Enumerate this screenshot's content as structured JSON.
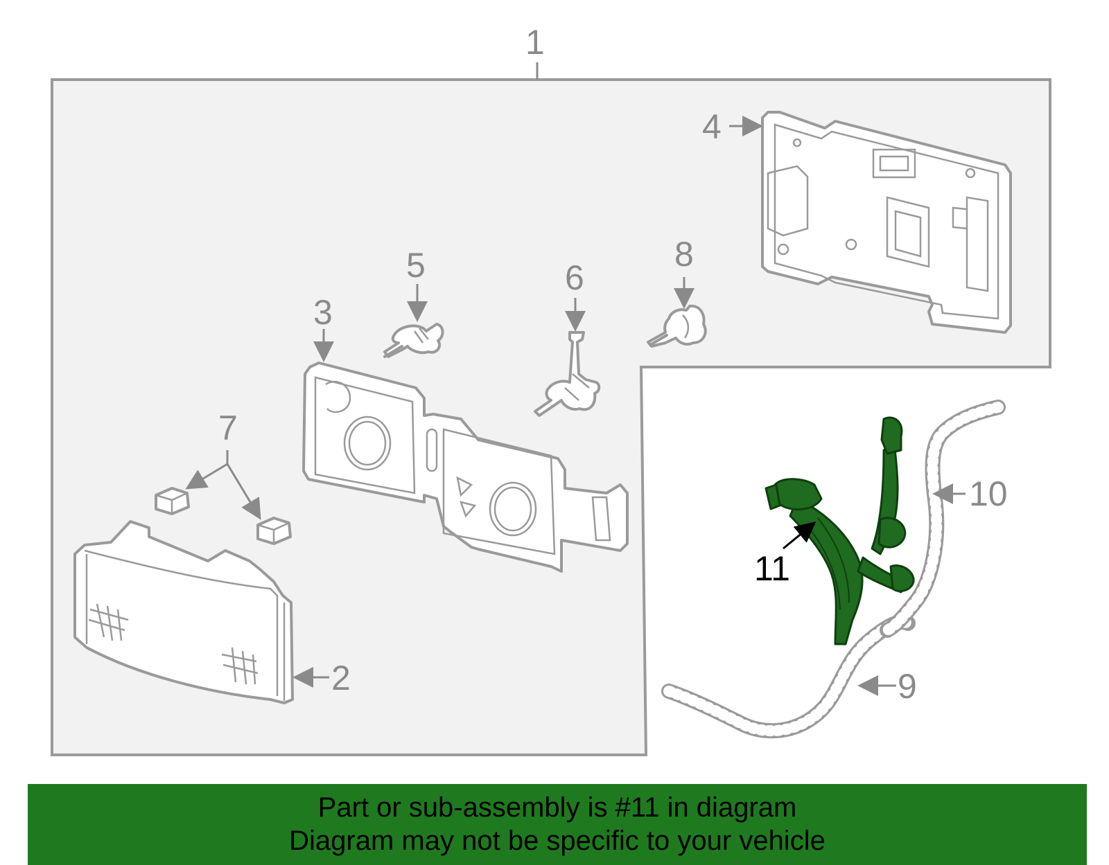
{
  "callouts": {
    "c1": "1",
    "c2": "2",
    "c3": "3",
    "c4": "4",
    "c5": "5",
    "c6": "6",
    "c7": "7",
    "c8": "8",
    "c9": "9",
    "c10": "10",
    "c11": "11"
  },
  "highlight_color": "#1f7a1f",
  "highlighted_part": "11",
  "banner": {
    "line1": "Part or sub-assembly is #11 in diagram",
    "line2": "Diagram may not be specific to your vehicle"
  }
}
